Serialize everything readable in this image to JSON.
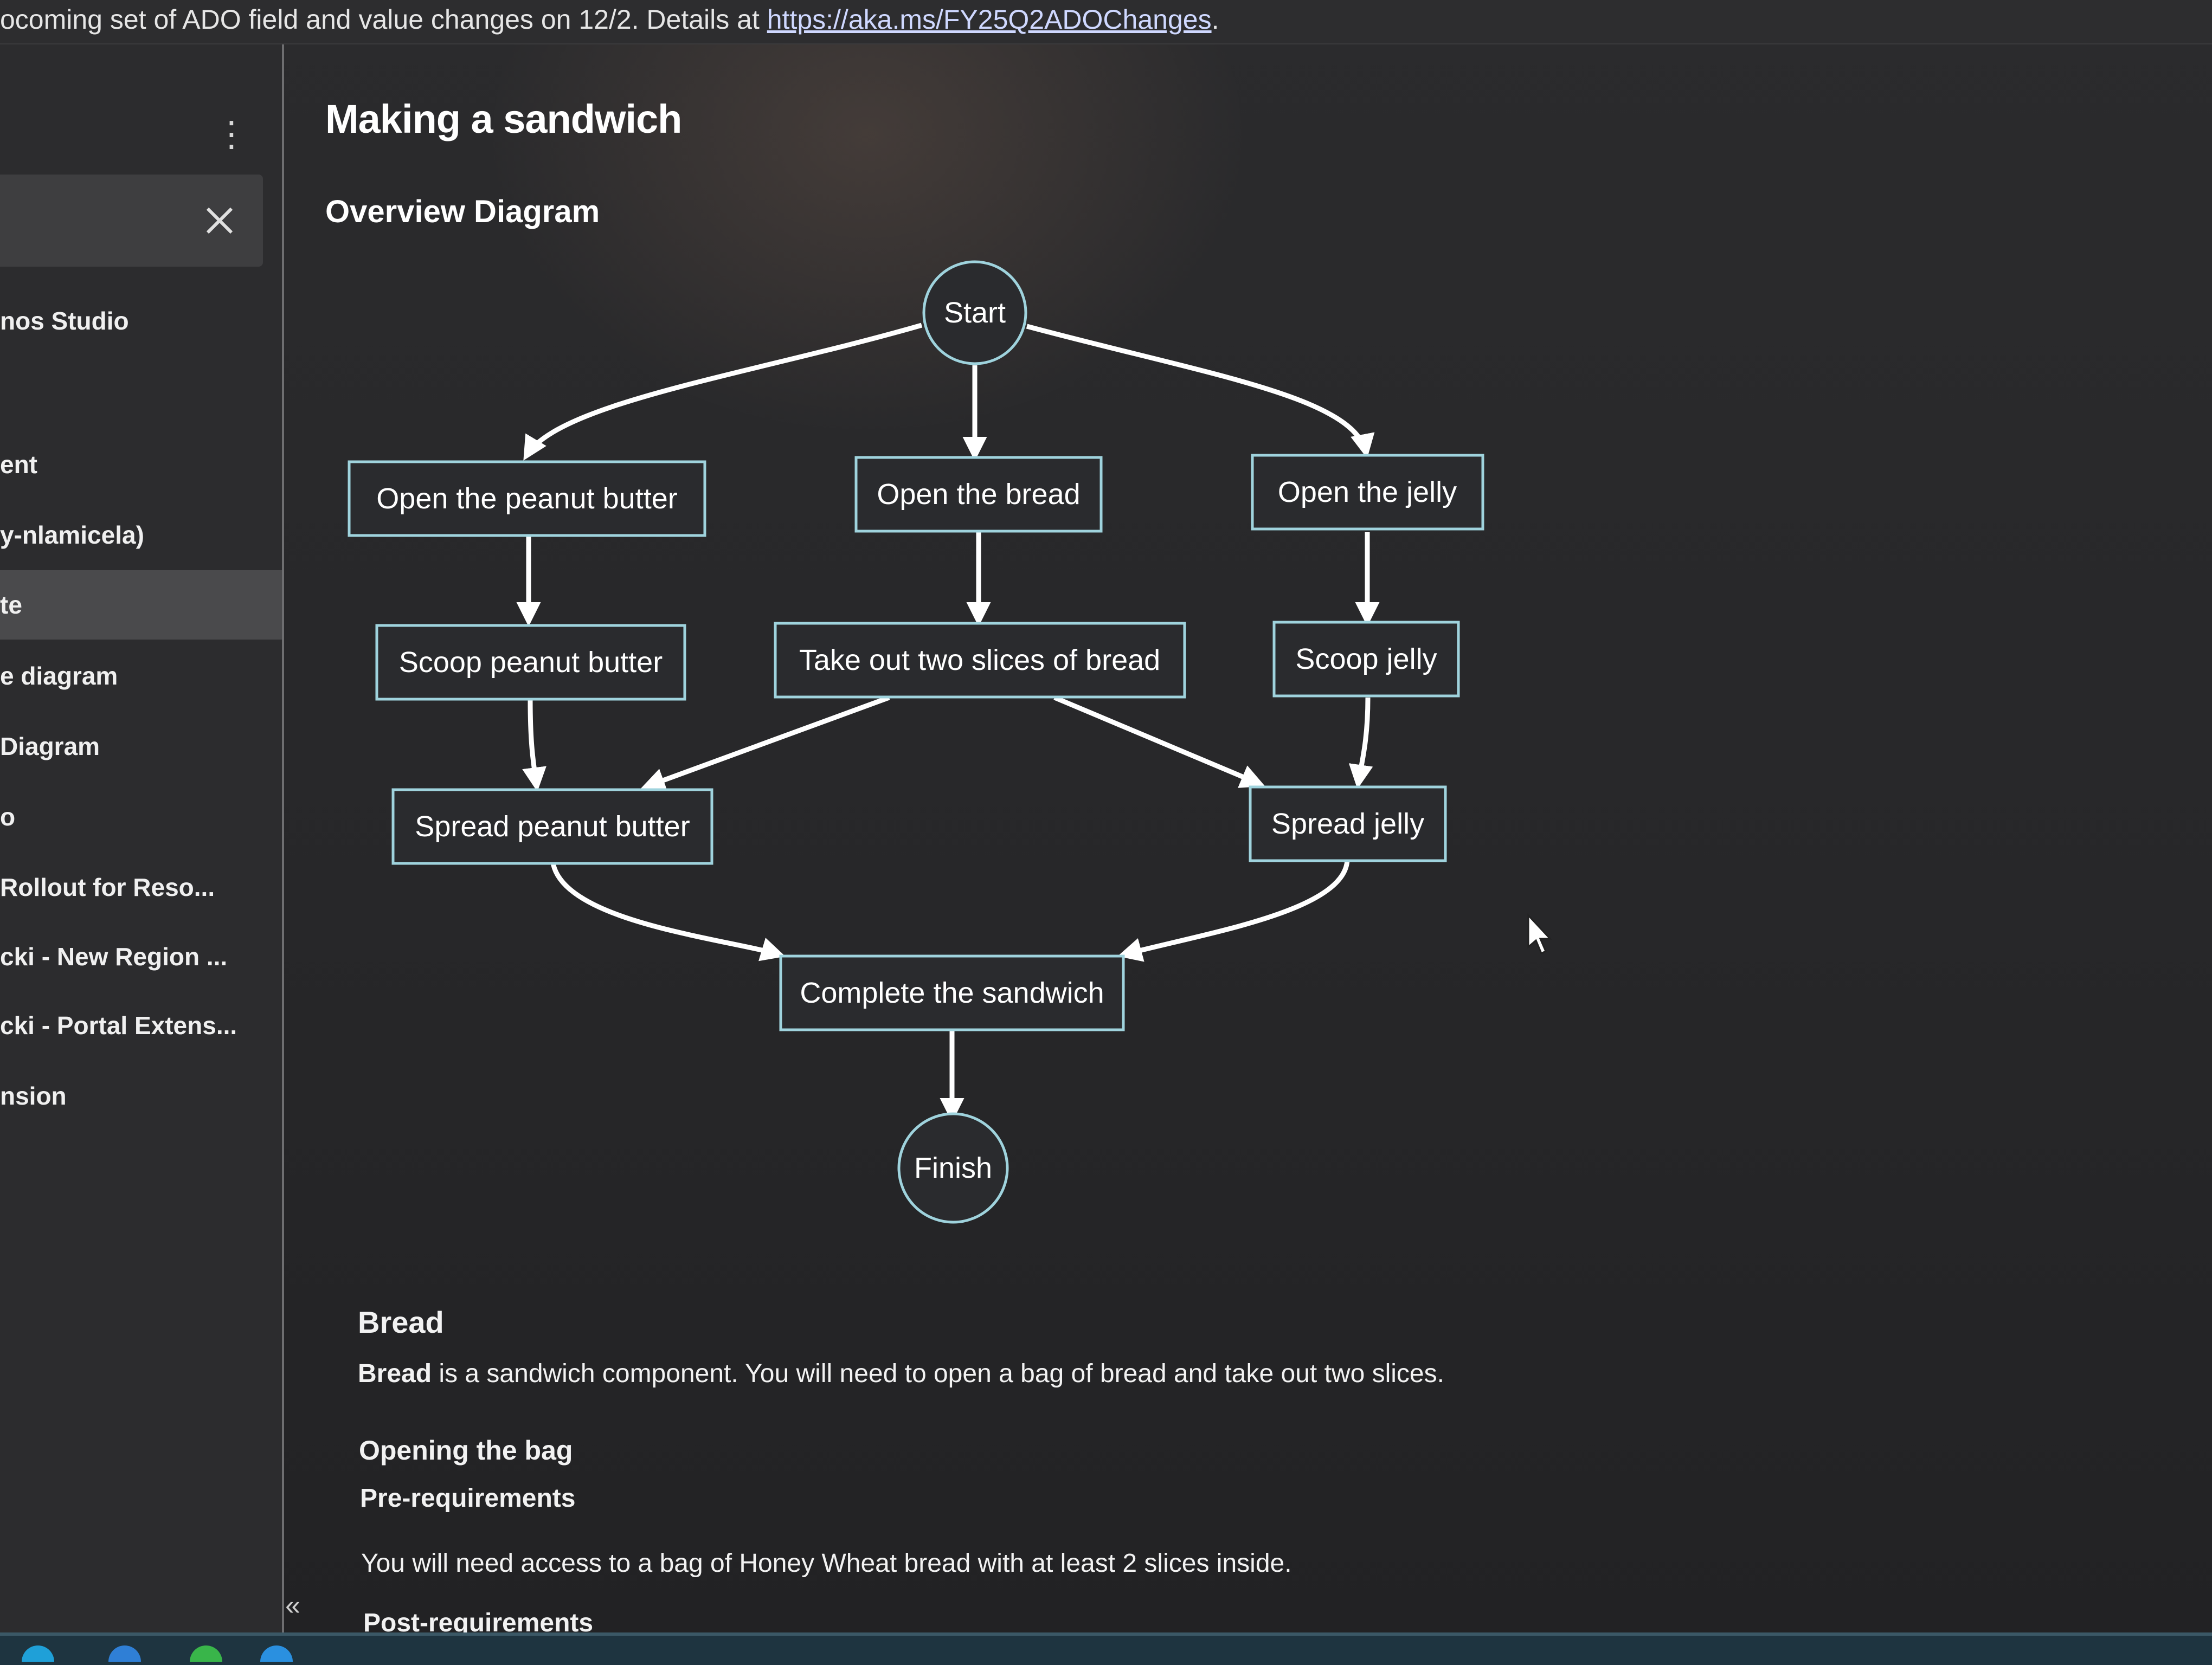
{
  "banner": {
    "text": "ocoming set of ADO field and value changes on 12/2. Details at ",
    "link": "https://aka.ms/FY25Q2ADOChanges",
    "suffix": "."
  },
  "sidebar": {
    "more_icon": "more-vertical-icon",
    "close_icon": "close-icon",
    "collapse_label": "«",
    "items": [
      {
        "label": "nos Studio",
        "selected": false
      },
      {
        "label": "ent",
        "selected": false
      },
      {
        "label": "y-nlamicela)",
        "selected": false
      },
      {
        "label": "te",
        "selected": true
      },
      {
        "label": "e diagram",
        "selected": false
      },
      {
        "label": "Diagram",
        "selected": false
      },
      {
        "label": "o",
        "selected": false
      },
      {
        "label": "Rollout for Reso...",
        "selected": false
      },
      {
        "label": "cki - New Region ...",
        "selected": false
      },
      {
        "label": "cki - Portal Extens...",
        "selected": false
      },
      {
        "label": "nsion",
        "selected": false
      }
    ]
  },
  "main": {
    "title": "Making a sandwich",
    "section_title": "Overview Diagram"
  },
  "diagram": {
    "nodes": {
      "start": "Start",
      "open_pb": "Open the peanut butter",
      "open_bread": "Open the bread",
      "open_jelly": "Open the jelly",
      "scoop_pb": "Scoop peanut butter",
      "take_bread": "Take out two slices of bread",
      "scoop_jelly": "Scoop jelly",
      "spread_pb": "Spread peanut butter",
      "spread_jelly": "Spread jelly",
      "complete": "Complete the sandwich",
      "finish": "Finish"
    },
    "edges": [
      [
        "Start",
        "Open the peanut butter"
      ],
      [
        "Start",
        "Open the bread"
      ],
      [
        "Start",
        "Open the jelly"
      ],
      [
        "Open the peanut butter",
        "Scoop peanut butter"
      ],
      [
        "Open the bread",
        "Take out two slices of bread"
      ],
      [
        "Open the jelly",
        "Scoop jelly"
      ],
      [
        "Scoop peanut butter",
        "Spread peanut butter"
      ],
      [
        "Take out two slices of bread",
        "Spread peanut butter"
      ],
      [
        "Take out two slices of bread",
        "Spread jelly"
      ],
      [
        "Scoop jelly",
        "Spread jelly"
      ],
      [
        "Spread peanut butter",
        "Complete the sandwich"
      ],
      [
        "Spread jelly",
        "Complete the sandwich"
      ],
      [
        "Complete the sandwich",
        "Finish"
      ]
    ],
    "colors": {
      "node_border": "#9fd3dd",
      "edge": "#ffffff",
      "node_fill": "#2a2b2e"
    }
  },
  "doc": {
    "bread_heading": "Bread",
    "bread_bold": "Bread",
    "bread_text": " is a sandwich component. You will need to open a bag of bread and take out two slices.",
    "opening_heading": "Opening the bag",
    "prereq_heading": "Pre-requirements",
    "prereq_text": "You will need access to a bag of Honey Wheat bread with at least 2 slices inside.",
    "postreq_heading": "Post-requirements"
  }
}
